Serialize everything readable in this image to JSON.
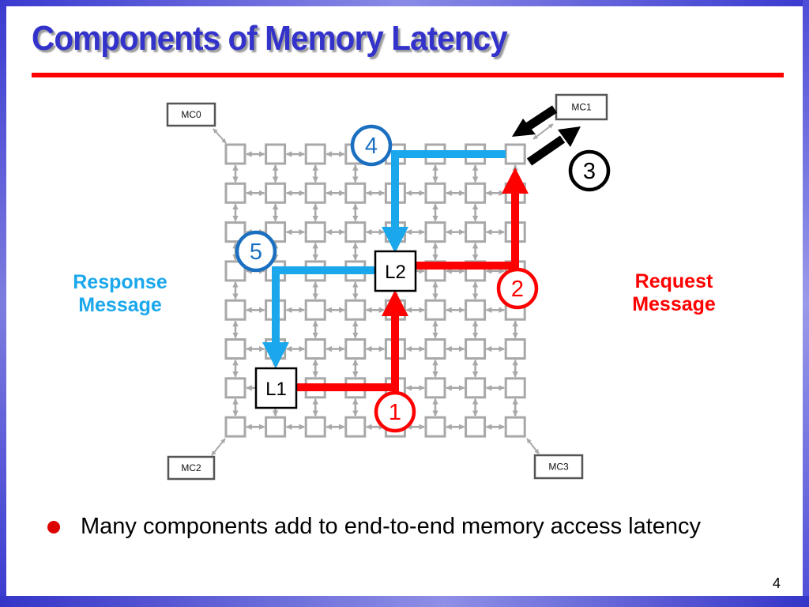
{
  "slide": {
    "title": "Components of Memory Latency",
    "bullets": [
      "Many components add to end-to-end memory access latency"
    ],
    "page_number": "4"
  },
  "diagram": {
    "mesh": {
      "rows": 8,
      "cols": 8,
      "node_label": "",
      "link_style": "bidirectional"
    },
    "memory_controllers": [
      {
        "label": "MC0",
        "corner": "top-left"
      },
      {
        "label": "MC1",
        "corner": "top-right"
      },
      {
        "label": "MC2",
        "corner": "bottom-left"
      },
      {
        "label": "MC3",
        "corner": "bottom-right"
      }
    ],
    "caches": [
      {
        "label": "L1",
        "row": 6,
        "col": 1
      },
      {
        "label": "L2",
        "row": 3,
        "col": 4
      }
    ],
    "legend": {
      "response": {
        "line1": "Response",
        "line2": "Message",
        "color": "#1aa7ec"
      },
      "request": {
        "line1": "Request",
        "line2": "Message",
        "color": "#ff0000"
      }
    },
    "steps": [
      {
        "number": "1",
        "kind": "request",
        "description": "L1 to L2 request traversal",
        "color": "#ff0000"
      },
      {
        "number": "2",
        "kind": "request",
        "description": "L2 to memory controller request traversal",
        "color": "#ff0000"
      },
      {
        "number": "3",
        "kind": "memory",
        "description": "Memory controller access",
        "color": "#000000"
      },
      {
        "number": "4",
        "kind": "response",
        "description": "Memory controller to L2 response traversal",
        "color": "#1a6fc0"
      },
      {
        "number": "5",
        "kind": "response",
        "description": "L2 to L1 response traversal",
        "color": "#1a6fc0"
      }
    ],
    "colors": {
      "request": "#ff0000",
      "response": "#1aa7ec",
      "step_response_ring": "#1a6fc0",
      "mesh": "#a8a8a8",
      "mc_arrows": "#000000"
    }
  }
}
